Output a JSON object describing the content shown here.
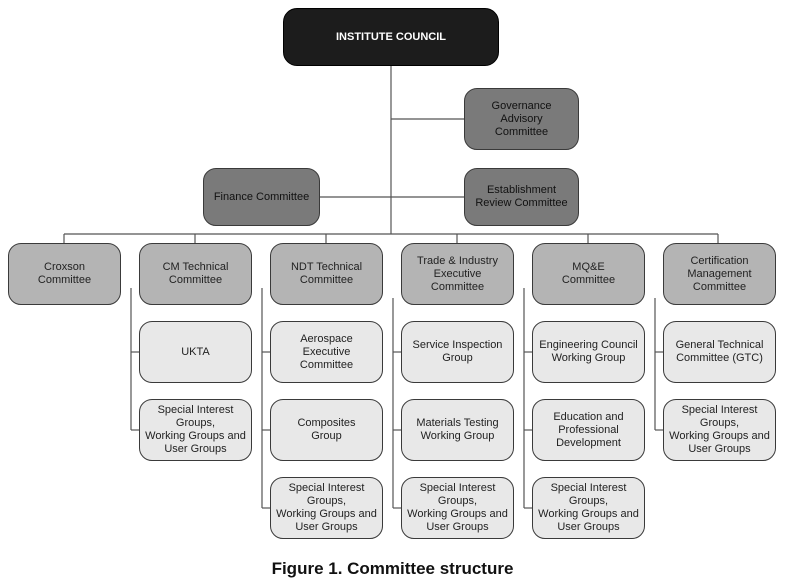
{
  "council": {
    "label": "INSTITUTE COUNCIL"
  },
  "governance": {
    "label": "Governance\nAdvisory\nCommittee"
  },
  "finance": {
    "label": "Finance Committee"
  },
  "establishment": {
    "label": "Establishment\nReview Committee"
  },
  "columns": [
    {
      "head": "Croxson\nCommittee",
      "children": []
    },
    {
      "head": "CM Technical\nCommittee",
      "children": [
        "UKTA",
        "Special Interest\nGroups,\nWorking Groups and\nUser Groups"
      ]
    },
    {
      "head": "NDT Technical\nCommittee",
      "children": [
        "Aerospace Executive\nCommittee",
        "Composites\nGroup",
        "Special Interest\nGroups,\nWorking Groups and\nUser Groups"
      ]
    },
    {
      "head": "Trade & Industry\nExecutive\nCommittee",
      "children": [
        "Service Inspection\nGroup",
        "Materials Testing\nWorking Group",
        "Special Interest\nGroups,\nWorking Groups and\nUser Groups"
      ]
    },
    {
      "head": "MQ&E\nCommittee",
      "children": [
        "Engineering Council\nWorking Group",
        "Education and\nProfessional\nDevelopment",
        "Special Interest\nGroups,\nWorking Groups and\nUser Groups"
      ]
    },
    {
      "head": "Certification\nManagement\nCommittee",
      "children": [
        "General Technical\nCommittee (GTC)",
        "Special Interest\nGroups,\nWorking Groups and\nUser Groups"
      ]
    }
  ],
  "caption": "Figure 1. Committee structure"
}
